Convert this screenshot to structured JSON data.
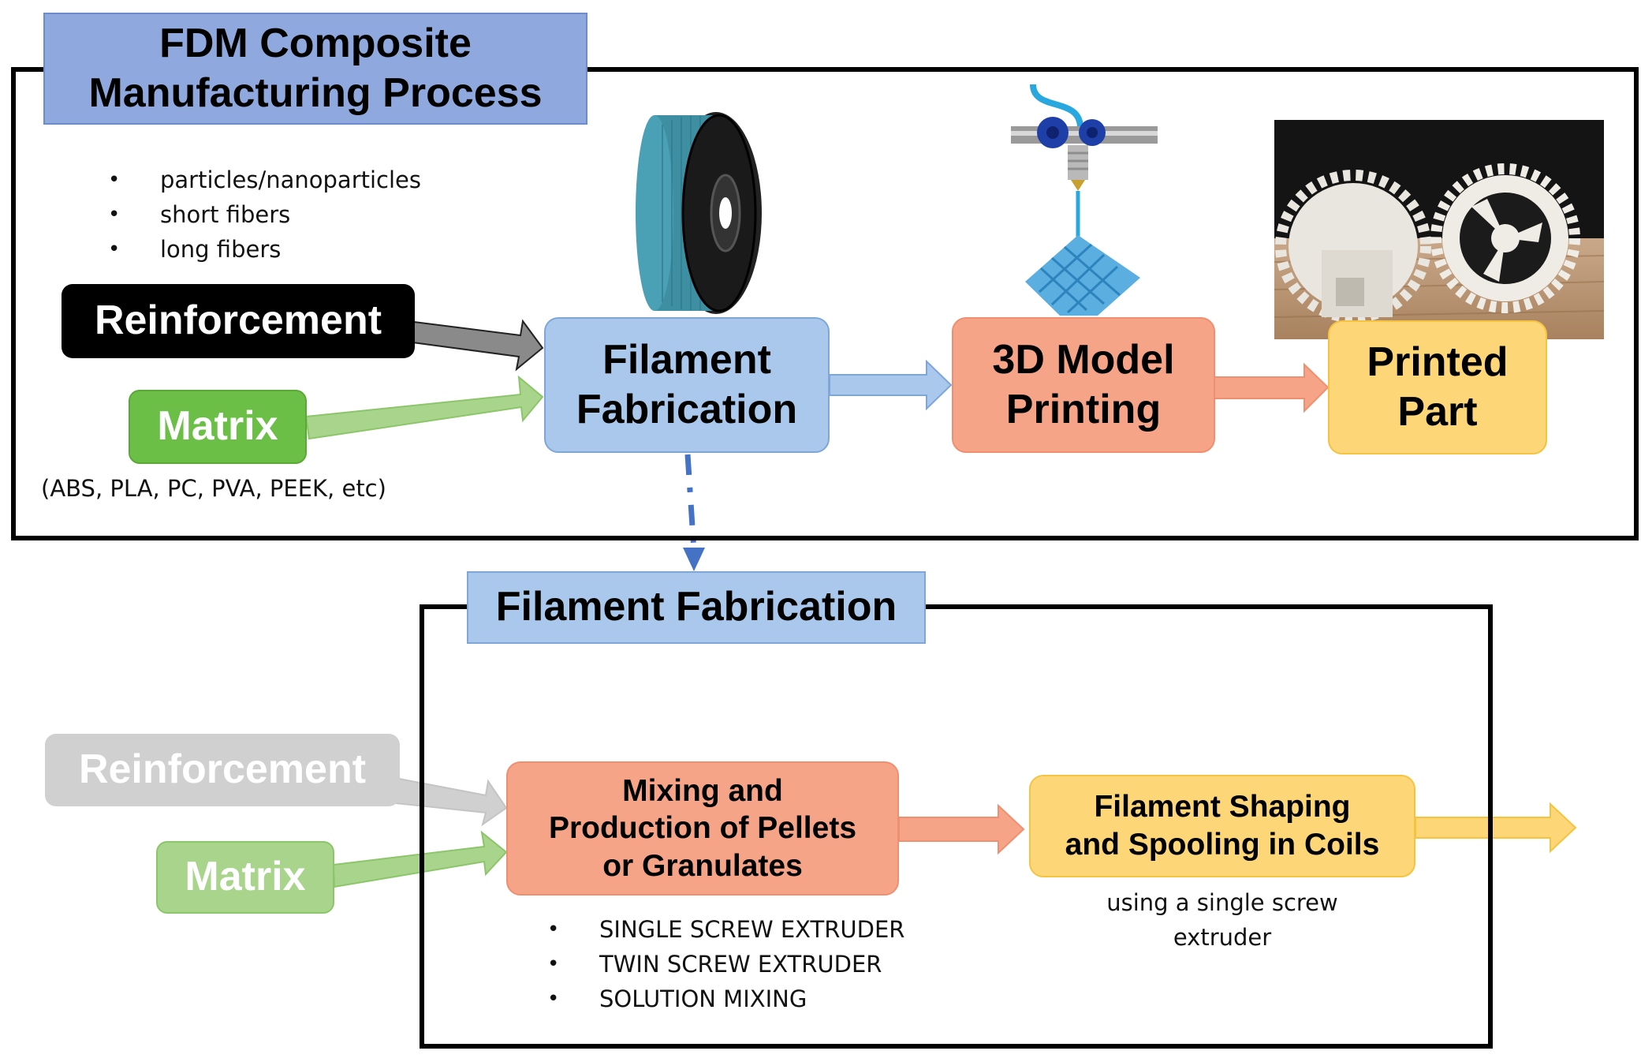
{
  "title": "FDM Composite\nManufacturing Process",
  "top": {
    "reinforcement": "Reinforcement",
    "matrix": "Matrix",
    "reinforcement_types": [
      "particles/nanoparticles",
      "short fibers",
      "long fibers"
    ],
    "matrix_examples": "(ABS, PLA, PC, PVA, PEEK, etc)",
    "filament_fabrication": "Filament\nFabrication",
    "model_printing": "3D Model\nPrinting",
    "printed_part": "Printed\nPart"
  },
  "bottom": {
    "title": "Filament Fabrication",
    "reinforcement": "Reinforcement",
    "matrix": "Matrix",
    "mixing": "Mixing and\nProduction of Pellets\nor Granulates",
    "mixing_methods": [
      "SINGLE SCREW EXTRUDER",
      "TWIN SCREW EXTRUDER",
      "SOLUTION MIXING"
    ],
    "shaping": "Filament Shaping\nand Spooling in Coils",
    "shaping_note": "using a single screw\nextruder"
  },
  "colors": {
    "blue_box": "#a9c8ec",
    "orange_box": "#f5a487",
    "yellow_box": "#fdd677",
    "green_box": "#6cbf46",
    "title_box": "#8fa9de"
  }
}
